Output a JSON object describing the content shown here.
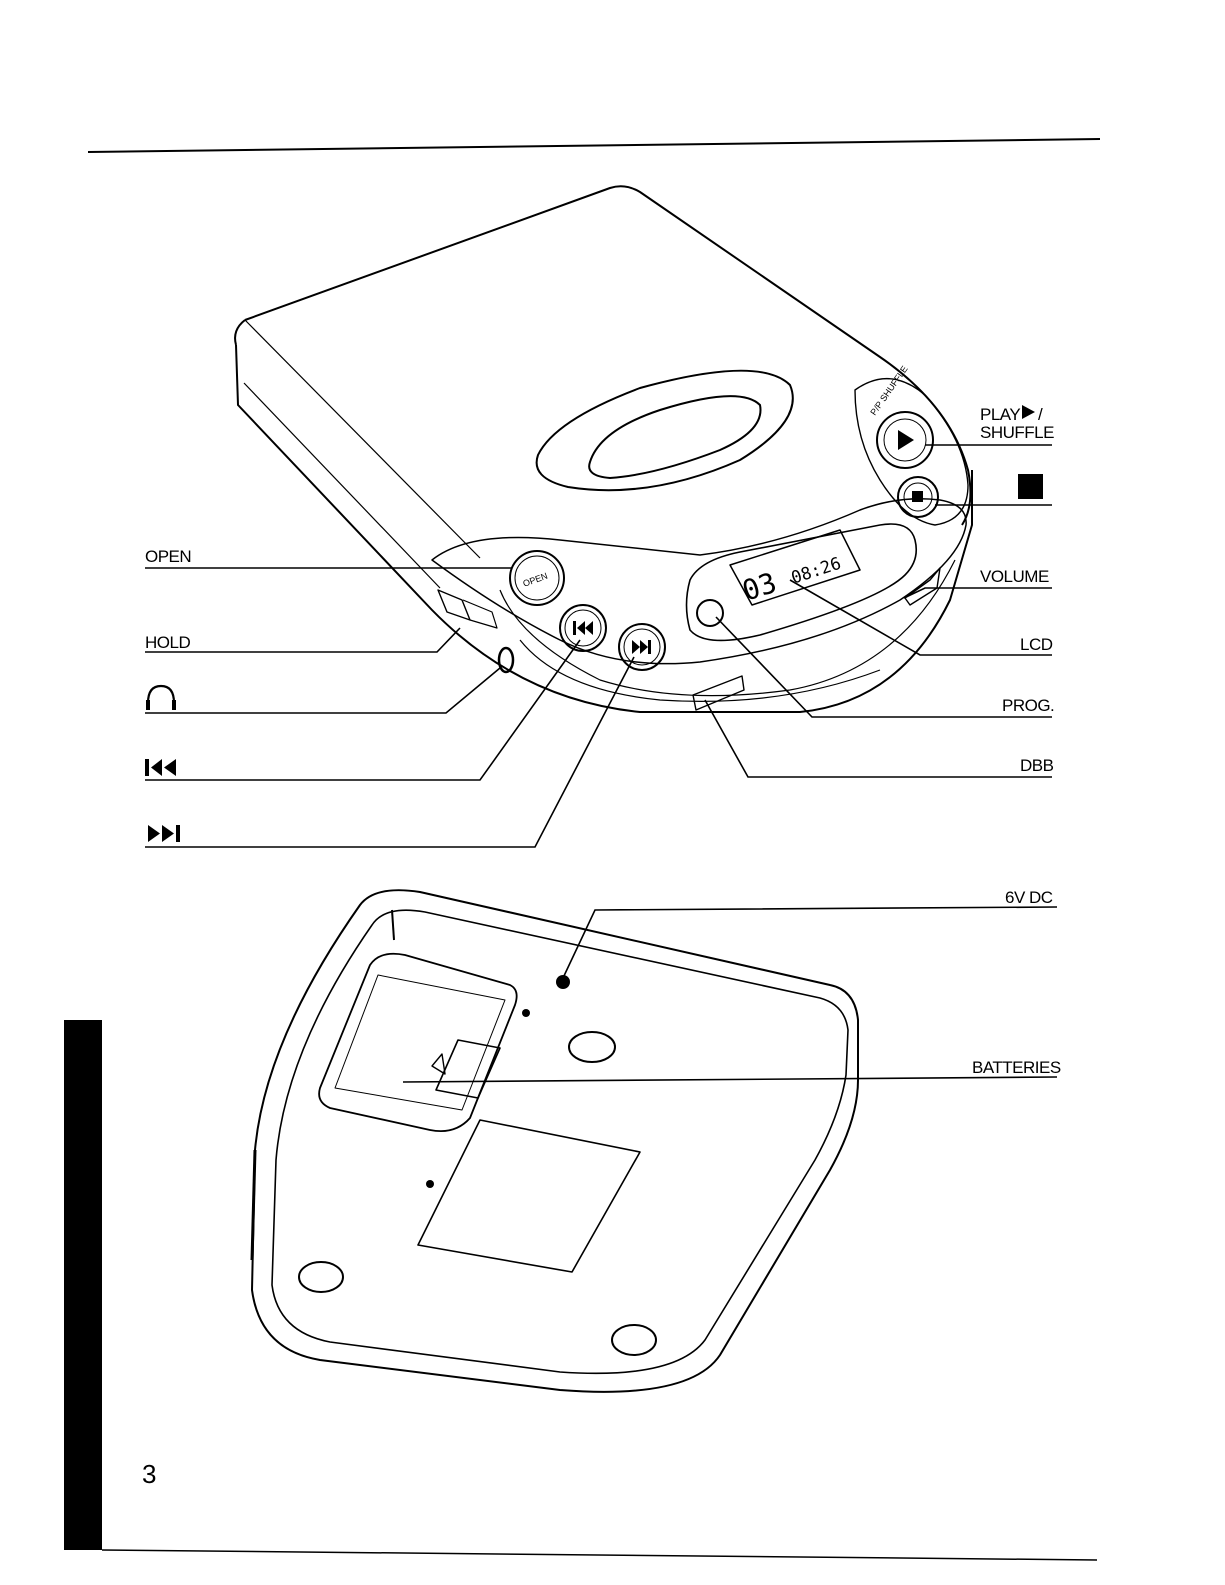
{
  "page": {
    "number": "3",
    "side_tab_color": "#000000"
  },
  "device_labels": {
    "open_button": "OPEN",
    "lcd_track": "03",
    "lcd_time": "08:26",
    "side_top": "P/P SHUFFLE"
  },
  "labels": {
    "play_shuffle_line1": "PLAY",
    "play_shuffle_line2": "SHUFFLE",
    "stop_icon": "stop-square-icon",
    "volume": "VOLUME",
    "lcd": "LCD",
    "prog": "PROG.",
    "dbb": "DBB",
    "open": "OPEN",
    "hold": "HOLD",
    "headphones_icon": "headphones-icon",
    "previous_icon": "skip-previous-icon",
    "next_icon": "skip-next-icon",
    "dc_in": "6V DC",
    "batteries": "BATTERIES"
  }
}
